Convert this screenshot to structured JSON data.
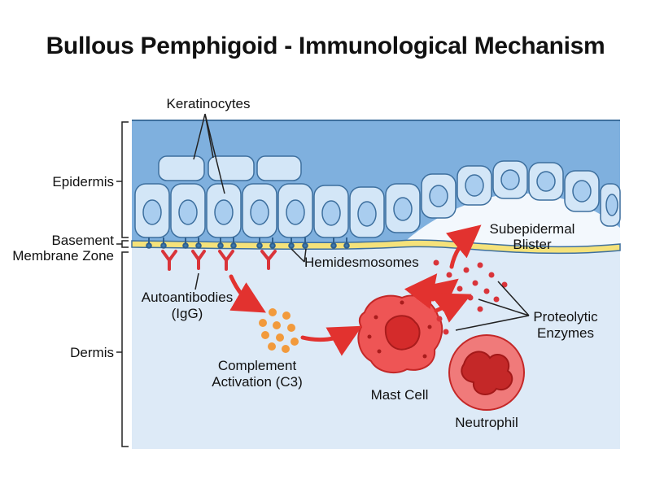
{
  "title": "Bullous Pemphigoid - Immunological Mechanism",
  "labels": {
    "keratinocytes": "Keratinocytes",
    "epidermis": "Epidermis",
    "basement_line1": "Basement",
    "basement_line2": "Membrane Zone",
    "dermis": "Dermis",
    "hemidesmosomes": "Hemidesmosomes",
    "autoantibodies_line1": "Autoantibodies",
    "autoantibodies_line2": "(IgG)",
    "complement_line1": "Complement",
    "complement_line2": "Activation (C3)",
    "mast_cell": "Mast Cell",
    "neutrophil": "Neutrophil",
    "blister_line1": "Subepidermal",
    "blister_line2": "Blister",
    "proteolytic_line1": "Proteolytic",
    "proteolytic_line2": "Enzymes"
  },
  "colors": {
    "epidermis": "#7fb0de",
    "cell_fill": "#d3e6f7",
    "nucleus": "#a9cdef",
    "cell_stroke": "#3d6f9e",
    "basement": "#f5e27a",
    "dermis": "#ddeaf7",
    "antibody": "#d9343a",
    "complement": "#f29a3c",
    "mast_cell": "#ee5555",
    "arrow": "#e2322f"
  }
}
